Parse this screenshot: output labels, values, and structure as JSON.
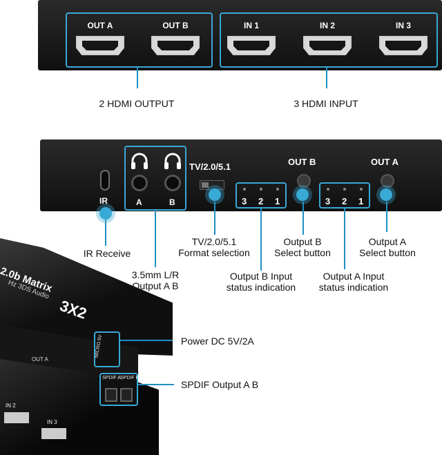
{
  "top_panel": {
    "ports": {
      "out_a": "OUT A",
      "out_b": "OUT B",
      "in_1": "IN 1",
      "in_2": "IN 2",
      "in_3": "IN 3"
    },
    "caption_output": "2 HDMI OUTPUT",
    "caption_input": "3 HDMI INPUT"
  },
  "back_panel": {
    "ir_label": "IR",
    "audio_a": "A",
    "audio_b": "B",
    "format_label": "TV/2.0/5.1",
    "out_b_label": "OUT B",
    "out_a_label": "OUT A",
    "led_b": [
      "3",
      "2",
      "1"
    ],
    "led_a": [
      "3",
      "2",
      "1"
    ]
  },
  "callouts": {
    "ir_receive": "IR Receive",
    "audio_line1": "3.5mm L/R",
    "audio_line2": "Output A B",
    "format_line1": "TV/2.0/5.1",
    "format_line2": "Format selection",
    "out_b_sel_line1": "Output B",
    "out_b_sel_line2": "Select button",
    "out_a_sel_line1": "Output A",
    "out_a_sel_line2": "Select button",
    "out_b_status_line1": "Output B Input",
    "out_b_status_line2": "status indication",
    "out_a_status_line1": "Output A Input",
    "out_a_status_line2": "status indication",
    "power": "Power DC 5V/2A",
    "spdif": "SPDIF Output A B"
  },
  "device": {
    "title": "2.0b Matrix",
    "model": "3X2",
    "sub": "Hz 3DS Audio",
    "out_a_small": "OUT A",
    "micro": "MICRO 5V",
    "spdif_a": "SPDIF A",
    "spdif_b": "SPDIF B",
    "in2": "IN 2",
    "in3": "IN 3"
  },
  "colors": {
    "accent": "#39a9d6",
    "panel": "#161616"
  }
}
